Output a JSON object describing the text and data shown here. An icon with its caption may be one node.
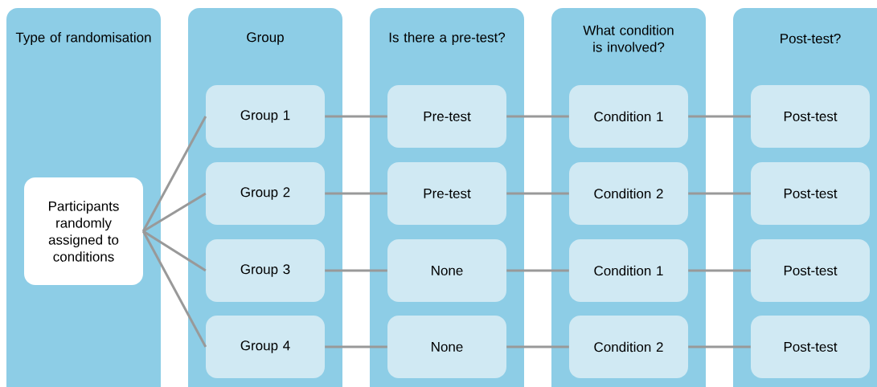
{
  "diagram": {
    "nodes": [
      {
        "text": [
          "Type of randomisation"
        ]
      },
      {
        "text": [
          "Group"
        ]
      },
      {
        "text": [
          "Is there a pre-test?"
        ]
      },
      {
        "text": [
          "What condition is involved?"
        ]
      },
      {
        "text": [
          "Post-test?"
        ]
      },
      {
        "text": [
          "Participants randomly assigned to conditions"
        ],
        "in": 0
      },
      {
        "text": [
          "Group 1"
        ],
        "in": 1
      },
      {
        "text": [
          "Group 2"
        ],
        "in": 1
      },
      {
        "text": [
          "Group 3"
        ],
        "in": 1
      },
      {
        "text": [
          "Group 4"
        ],
        "in": 1
      },
      {
        "text": [
          "Pre-test"
        ],
        "in": 2
      },
      {
        "text": [
          "Pre-test"
        ],
        "in": 2
      },
      {
        "text": [
          "None"
        ],
        "in": 2
      },
      {
        "text": [
          "None"
        ],
        "in": 2
      },
      {
        "text": [
          "Condition 1"
        ],
        "in": 3
      },
      {
        "text": [
          "Condition 2"
        ],
        "in": 3
      },
      {
        "text": [
          "Condition 1"
        ],
        "in": 3
      },
      {
        "text": [
          "Condition 2"
        ],
        "in": 3
      },
      {
        "text": [
          "Post-test"
        ],
        "in": 4
      },
      {
        "text": [
          "Post-test"
        ],
        "in": 4
      },
      {
        "text": [
          "Post-test"
        ],
        "in": 4
      },
      {
        "text": [
          "Post-test"
        ],
        "in": 4
      }
    ],
    "edges": [
      {
        "from": 5,
        "to": 6,
        "arrow": "none"
      },
      {
        "from": 5,
        "to": 7,
        "arrow": "none"
      },
      {
        "from": 5,
        "to": 8,
        "arrow": "none"
      },
      {
        "from": 5,
        "to": 9,
        "arrow": "none"
      },
      {
        "from": 6,
        "to": 10,
        "arrow": "none"
      },
      {
        "from": 10,
        "to": 14,
        "arrow": "none"
      },
      {
        "from": 14,
        "to": 18,
        "arrow": "none"
      },
      {
        "from": 7,
        "to": 11,
        "arrow": "none"
      },
      {
        "from": 11,
        "to": 15,
        "arrow": "none"
      },
      {
        "from": 15,
        "to": 19,
        "arrow": "none"
      },
      {
        "from": 8,
        "to": 12,
        "arrow": "none"
      },
      {
        "from": 12,
        "to": 16,
        "arrow": "none"
      },
      {
        "from": 16,
        "to": 20,
        "arrow": "none"
      },
      {
        "from": 9,
        "to": 13,
        "arrow": "none"
      },
      {
        "from": 13,
        "to": 17,
        "arrow": "none"
      },
      {
        "from": 17,
        "to": 21,
        "arrow": "none"
      }
    ]
  }
}
